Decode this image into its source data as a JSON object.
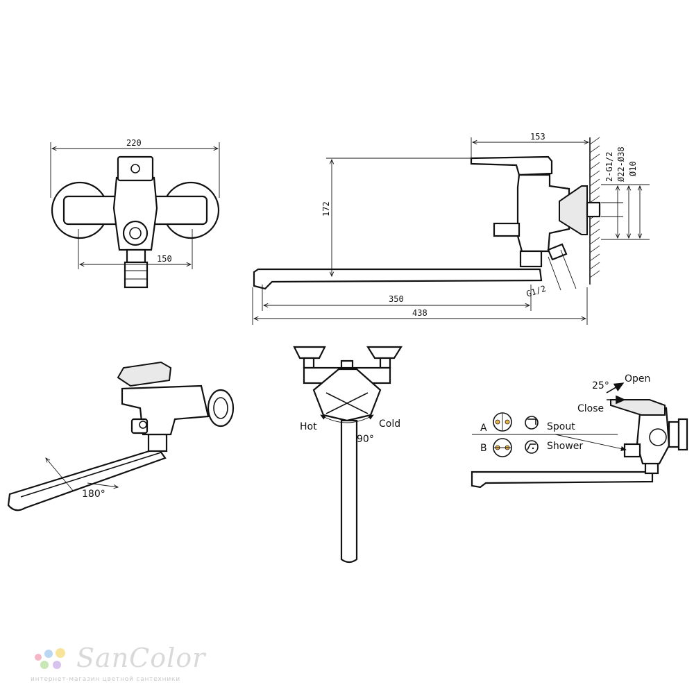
{
  "front_view": {
    "width_dim": "220",
    "centers_dim": "150"
  },
  "side_view": {
    "depth_dim": "153",
    "height_dim": "172",
    "spout_dim": "350",
    "overall_dim": "438",
    "thread_dim": "G1/2",
    "wall_thread": "2-G1/2",
    "flange_dia": "Ø22-Ø38",
    "pipe_dia": "Ø10"
  },
  "swivel_view": {
    "angle_label": "180°"
  },
  "temperature_view": {
    "hot_label": "Hot",
    "cold_label": "Cold",
    "angle_label": "90°"
  },
  "operation_view": {
    "open_label": "Open",
    "close_label": "Close",
    "angle_label": "25°",
    "row_a": {
      "letter": "A",
      "label": "Spout"
    },
    "row_b": {
      "letter": "B",
      "label": "Shower"
    }
  },
  "brand": {
    "name": "SanColor",
    "tagline": "интернет-магазин цветной сантехники",
    "colors": [
      "#f5b7c6",
      "#b9d7f2",
      "#f7e49a",
      "#c9e7b4",
      "#d8c3ef"
    ]
  }
}
